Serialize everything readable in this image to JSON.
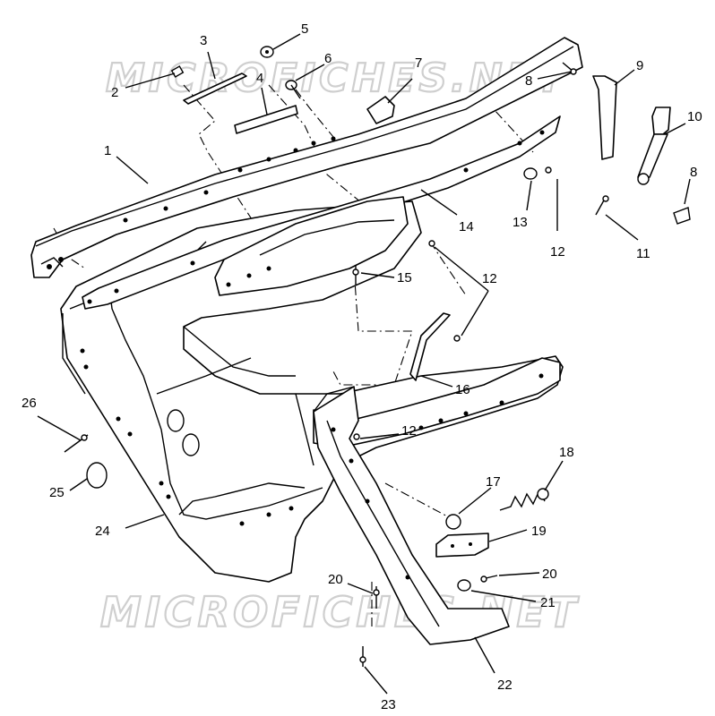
{
  "watermark": {
    "top": "MICROFICHES.NET",
    "bottom": "MICROFICHES.NET"
  },
  "callouts": [
    {
      "id": "c1",
      "label": "1"
    },
    {
      "id": "c2",
      "label": "2"
    },
    {
      "id": "c3",
      "label": "3"
    },
    {
      "id": "c4",
      "label": "4"
    },
    {
      "id": "c5",
      "label": "5"
    },
    {
      "id": "c6",
      "label": "6"
    },
    {
      "id": "c7",
      "label": "7"
    },
    {
      "id": "c8a",
      "label": "8"
    },
    {
      "id": "c8b",
      "label": "8"
    },
    {
      "id": "c9",
      "label": "9"
    },
    {
      "id": "c10",
      "label": "10"
    },
    {
      "id": "c11",
      "label": "11"
    },
    {
      "id": "c12a",
      "label": "12"
    },
    {
      "id": "c12b",
      "label": "12"
    },
    {
      "id": "c12c",
      "label": "12"
    },
    {
      "id": "c13",
      "label": "13"
    },
    {
      "id": "c14",
      "label": "14"
    },
    {
      "id": "c15",
      "label": "15"
    },
    {
      "id": "c16",
      "label": "16"
    },
    {
      "id": "c17",
      "label": "17"
    },
    {
      "id": "c18",
      "label": "18"
    },
    {
      "id": "c19",
      "label": "19"
    },
    {
      "id": "c20a",
      "label": "20"
    },
    {
      "id": "c20b",
      "label": "20"
    },
    {
      "id": "c21",
      "label": "21"
    },
    {
      "id": "c22",
      "label": "22"
    },
    {
      "id": "c23",
      "label": "23"
    },
    {
      "id": "c24",
      "label": "24"
    },
    {
      "id": "c25",
      "label": "25"
    },
    {
      "id": "c26",
      "label": "26"
    }
  ]
}
